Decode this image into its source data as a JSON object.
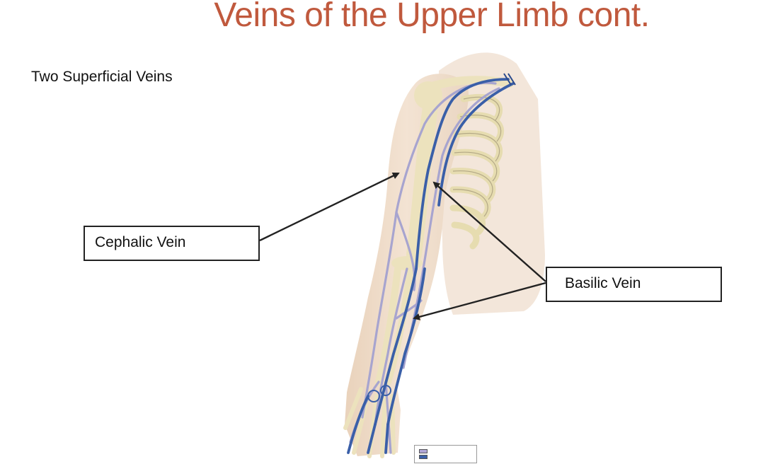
{
  "title": "Veins of the Upper Limb cont.",
  "subtitle": "Two Superficial Veins",
  "labels": {
    "cephalic": "Cephalic Vein",
    "basilic": "Basilic Vein"
  },
  "colors": {
    "title": "#c0593d",
    "deep_vein": "#3a5fa8",
    "superficial_vein": "#a7a4cf",
    "skin": "#efd9c3",
    "bone": "#ece2bd"
  },
  "legend": {
    "swatches": [
      "#b0a6d6",
      "#3a5fa8"
    ]
  }
}
